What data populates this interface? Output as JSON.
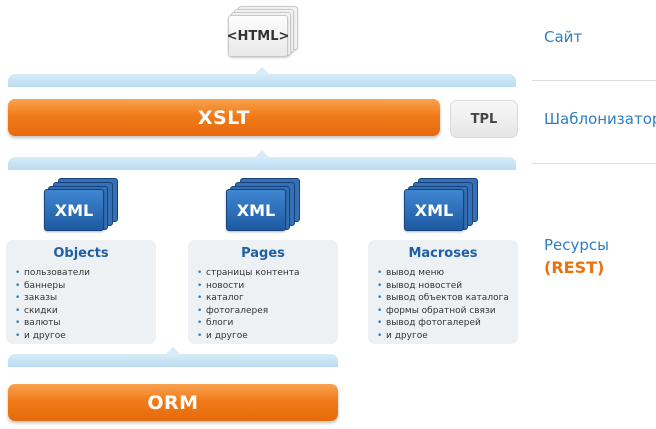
{
  "html_icon": {
    "label": "<HTML>"
  },
  "layers": {
    "site": "Сайт",
    "templater": "Шаблонизатор",
    "resources": "Ресурсы",
    "resources_rest": "(REST)"
  },
  "xslt_bar": {
    "label": "XSLT"
  },
  "tpl_box": {
    "label": "TPL"
  },
  "orm_bar": {
    "label": "ORM"
  },
  "resources": [
    {
      "icon_label": "XML",
      "title": "Objects",
      "items": [
        "пользователи",
        "баннеры",
        "заказы",
        "скидки",
        "валюты",
        "и другое"
      ]
    },
    {
      "icon_label": "XML",
      "title": "Pages",
      "items": [
        "страницы контента",
        "новости",
        "каталог",
        "фотогалерея",
        "блоги",
        "и другое"
      ]
    },
    {
      "icon_label": "XML",
      "title": "Macroses",
      "items": [
        "вывод меню",
        "вывод новостей",
        "вывод объектов каталога",
        "формы обратной связи",
        "вывод фотогалерей",
        "и другое"
      ]
    }
  ]
}
